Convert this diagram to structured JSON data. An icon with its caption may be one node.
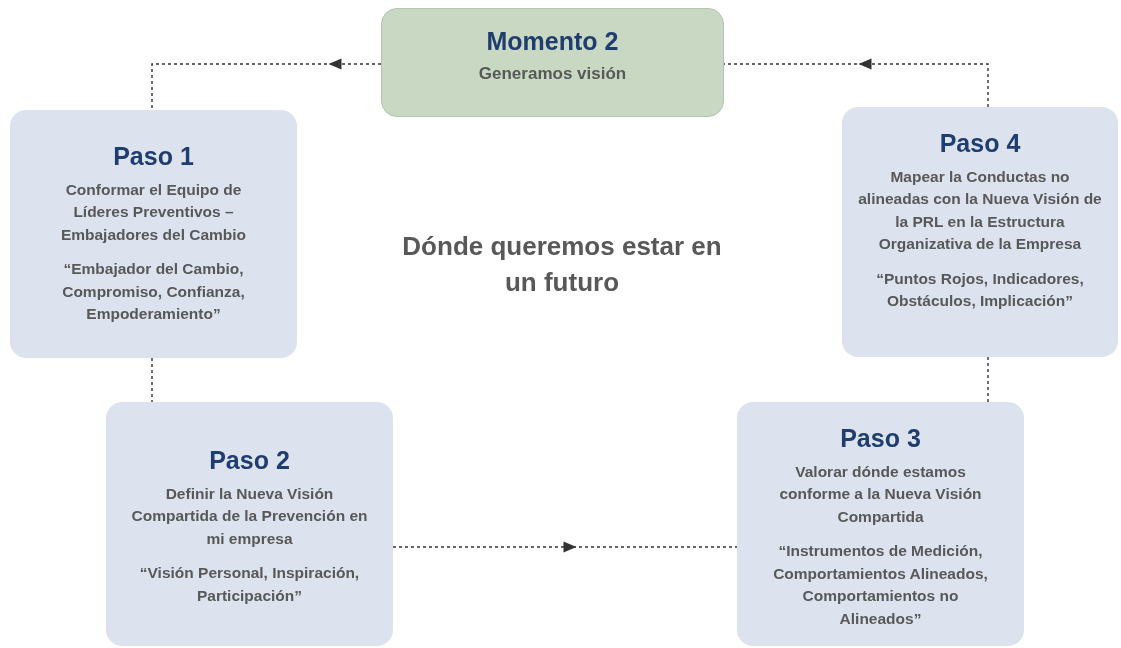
{
  "diagram": {
    "nodes": [
      {
        "text": [
          "Momento 2",
          "Generamos visión"
        ]
      },
      {
        "text": [
          "Paso 1",
          "Conformar el Equipo de Líderes Preventivos – Embajadores del Cambio",
          "“Embajador del Cambio, Compromiso, Confianza, Empoderamiento”"
        ]
      },
      {
        "text": [
          "Paso 2",
          "Definir la Nueva Visión Compartida de la Prevención en mi empresa",
          "“Visión Personal, Inspiración, Participación”"
        ]
      },
      {
        "text": [
          "Paso 3",
          "Valorar dónde estamos conforme a la Nueva Visión Compartida",
          "“Instrumentos de Medición, Comportamientos Alineados, Comportamientos no Alineados”"
        ]
      },
      {
        "text": [
          "Paso 4",
          "Mapear la Conductas no alineadas con la Nueva Visión de la PRL en la Estructura Organizativa de la Empresa",
          "“Puntos Rojos, Indicadores, Obstáculos, Implicación”"
        ]
      }
    ],
    "edges": [
      {
        "from": 0,
        "to": 1,
        "arrow": "to",
        "style": "dashed"
      },
      {
        "from": 1,
        "to": 2,
        "arrow": "none",
        "style": "dashed"
      },
      {
        "from": 2,
        "to": 3,
        "arrow": "to",
        "style": "dashed"
      },
      {
        "from": 3,
        "to": 4,
        "arrow": "none",
        "style": "dashed"
      },
      {
        "from": 4,
        "to": 0,
        "arrow": "to",
        "style": "dashed"
      }
    ],
    "labels": [
      "Dónde queremos estar en un futuro"
    ]
  }
}
